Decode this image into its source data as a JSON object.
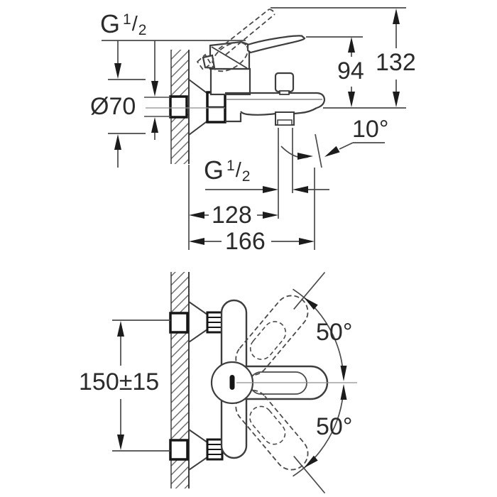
{
  "colors": {
    "background": "#ffffff",
    "outline": "#3d3d3d",
    "heavy_outline": "#161616",
    "dimension_line": "#4a4a4a",
    "arrow": "#1c1c1c",
    "centerline": "#8f8f8f",
    "hatch": "#5a5a5a",
    "text": "#2b2b2b"
  },
  "side_view": {
    "labels": {
      "inlet_thread": {
        "base": "G",
        "numerator": "1",
        "denominator": "2"
      },
      "flange_diameter": "Ø70",
      "lever_height": "94",
      "overall_height": "132",
      "spout_angle": "10°",
      "outlet_thread": {
        "base": "G",
        "numerator": "1",
        "denominator": "2"
      },
      "wall_to_outlet": "128",
      "wall_to_spout_tip": "166"
    }
  },
  "plan_view": {
    "labels": {
      "connection_spacing": "150±15",
      "lever_swing_upper": "50°",
      "lever_swing_lower": "50°"
    }
  }
}
